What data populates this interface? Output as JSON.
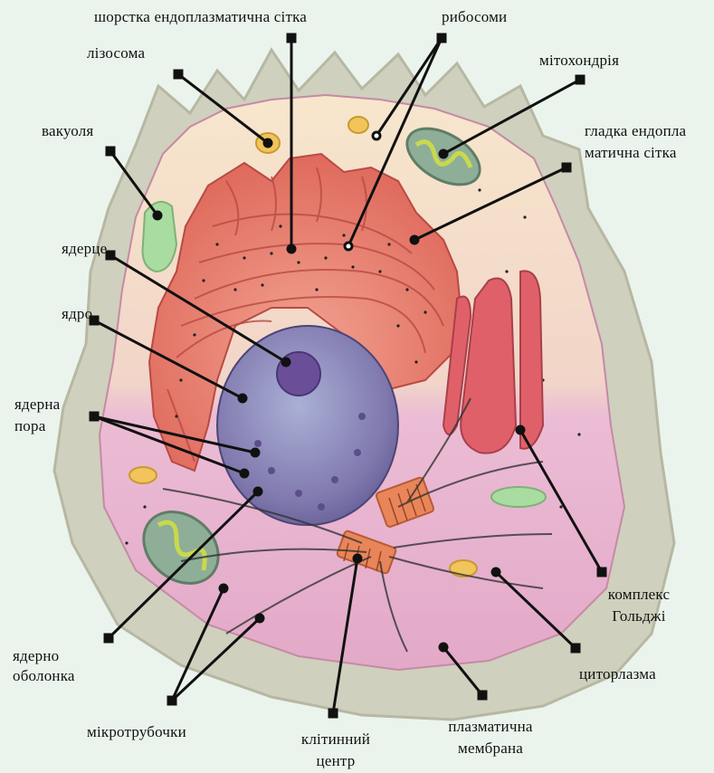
{
  "labels": {
    "rough_er": "шорстка ендоплазматична сітка",
    "ribosomes": "рибосоми",
    "lysosome": "лізосома",
    "mitochondrion": "мітохондрія",
    "vacuole": "вакуоля",
    "smooth_er_1": "гладка ендопла",
    "smooth_er_2": "матична сітка",
    "nucleolus": "ядерце",
    "nucleus": "ядро",
    "nuclear_pore_1": "ядерна",
    "nuclear_pore_2": "пора",
    "golgi_1": "комплекс",
    "golgi_2": "Гольджі",
    "nuclear_envelope_1": "ядерно",
    "nuclear_envelope_2": "оболонка",
    "cytoplasm": "циторлазма",
    "microtubules": "мікротрубочки",
    "centrosome_1": "клітинний",
    "centrosome_2": "центр",
    "plasma_membrane_1": "плазматична",
    "plasma_membrane_2": "мембрана"
  },
  "colors": {
    "background": "#eaf4ec",
    "membrane": "#cfd0bd",
    "cytoplasm_top": "#f6e3c8",
    "cytoplasm_bottom": "#e9b4cf",
    "er": "#e46e5f",
    "nucleus": "#7f78ad",
    "nucleolus": "#6a4f98",
    "golgi": "#e0606a",
    "vacuole": "#a9dca0",
    "mitochondrion": "#8fae98",
    "lysosome": "#f1c45c",
    "centrosome": "#e8865a",
    "leader_line": "#111111"
  }
}
